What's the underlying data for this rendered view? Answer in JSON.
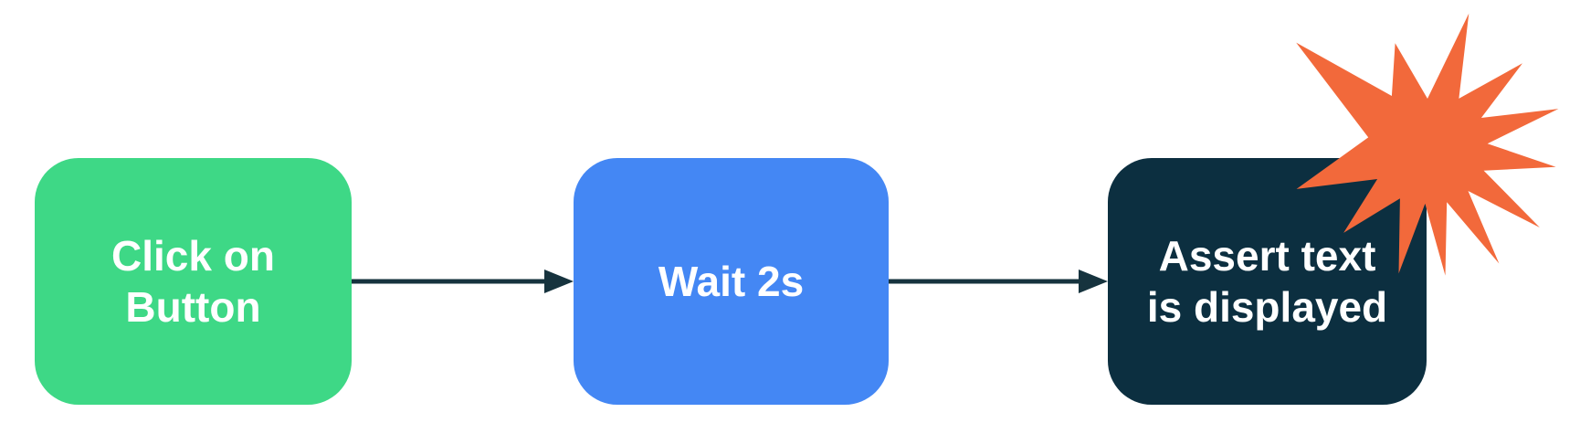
{
  "diagram": {
    "type": "flowchart",
    "background_color": "#ffffff",
    "steps": [
      {
        "label": "Click on Button",
        "fill": "#3ED886",
        "text_color": "#ffffff"
      },
      {
        "label": "Wait 2s",
        "fill": "#4487F4",
        "text_color": "#ffffff"
      },
      {
        "label": "Assert text is displayed",
        "fill": "#0C2F40",
        "text_color": "#ffffff"
      }
    ],
    "connectors": [
      {
        "from": "Click on Button",
        "to": "Wait 2s"
      },
      {
        "from": "Wait 2s",
        "to": "Assert text is displayed"
      }
    ],
    "arrow_color": "#16333E",
    "starburst_color": "#F2693B"
  }
}
